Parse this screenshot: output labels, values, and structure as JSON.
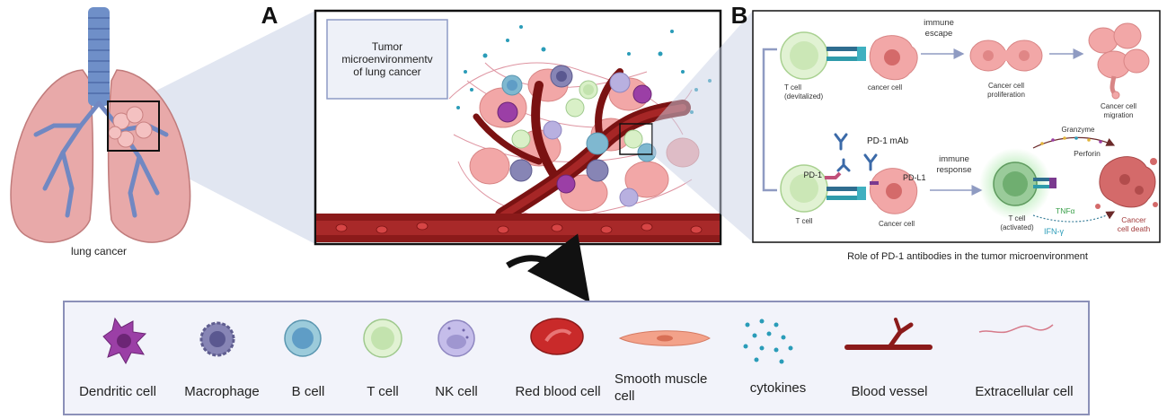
{
  "panel_a": {
    "letter": "A",
    "title_lines": [
      "Tumor",
      "microenvironmentv",
      "of lung cancer"
    ],
    "lung_label": "lung cancer"
  },
  "panel_b": {
    "letter": "B",
    "caption": "Role of PD-1 antibodies in the tumor microenvironment",
    "top": {
      "arrow_label_lines": [
        "immune",
        "escape"
      ],
      "t_cell_lines": [
        "T cell",
        "(devitalized)"
      ],
      "cancer_cell": "cancer cell",
      "proliferation_lines": [
        "Cancer cell",
        "proliferation"
      ],
      "migration_lines": [
        "Cancer cell",
        "migration"
      ]
    },
    "bottom": {
      "antibody": "PD-1 mAb",
      "pd1": "PD-1",
      "pdl1": "PD-L1",
      "arrow_label_lines": [
        "immune",
        "response"
      ],
      "t_cell": "T cell",
      "cancer_cell": "Cancer cell",
      "activated_lines": [
        "T cell",
        "(activated)"
      ],
      "granzyme": "Granzyme",
      "perforin": "Perforin",
      "tnfa": "TNFα",
      "ifng": "IFN-γ",
      "death_lines": [
        "Cancer",
        "cell death"
      ]
    }
  },
  "legend": {
    "items": [
      {
        "label": "Dendritic cell",
        "icon": "dendritic-cell-icon"
      },
      {
        "label": "Macrophage",
        "icon": "macrophage-icon"
      },
      {
        "label": "B cell",
        "icon": "b-cell-icon"
      },
      {
        "label": "T cell",
        "icon": "t-cell-icon"
      },
      {
        "label": "NK cell",
        "icon": "nk-cell-icon"
      },
      {
        "label": "Red blood cell",
        "icon": "red-blood-cell-icon"
      },
      {
        "label_lines": [
          "Smooth muscle",
          "cell"
        ],
        "icon": "smooth-muscle-cell-icon"
      },
      {
        "label": "cytokines",
        "icon": "cytokines-icon"
      },
      {
        "label": "Blood vessel",
        "icon": "blood-vessel-icon"
      },
      {
        "label": "Extracellular cell",
        "icon": "extracellular-cell-icon"
      }
    ]
  },
  "colors": {
    "lung": "#e8a3a3",
    "trachea": "#6f8fc8",
    "vessel": "#8b1a1a",
    "cancer": "#f2a1a1",
    "t_cell": "#d9f0c7",
    "b_cell": "#7fb8d0",
    "dendritic": "#9b3fa6",
    "macrophage": "#8785b5",
    "nk": "#b8b0e0",
    "cytokine": "#2a9cb8",
    "legend_border": "#8b90b8",
    "legend_bg": "#f2f3fa"
  }
}
